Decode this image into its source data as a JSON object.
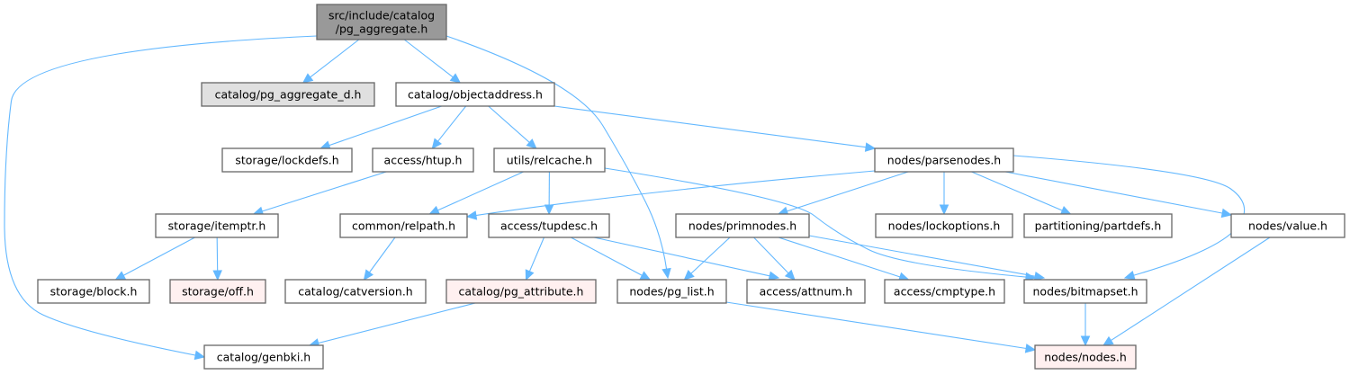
{
  "diagram": {
    "title": "Include dependency graph for src/include/catalog/pg_aggregate.h",
    "colors": {
      "edge": "#63b8ff",
      "root_fill": "#999999",
      "gray_fill": "#e0e0e0",
      "normal_fill": "#ffffff",
      "missing_fill": "#fff0f0",
      "missing_border": "#ff0000",
      "border": "#666666"
    },
    "nodes": [
      {
        "id": "root",
        "lines": [
          "src/include/catalog",
          "/pg_aggregate.h"
        ],
        "style": "root"
      },
      {
        "id": "pg_aggregate_d",
        "lines": [
          "catalog/pg_aggregate_d.h"
        ],
        "style": "gray"
      },
      {
        "id": "objectaddress",
        "lines": [
          "catalog/objectaddress.h"
        ],
        "style": "normal"
      },
      {
        "id": "lockdefs",
        "lines": [
          "storage/lockdefs.h"
        ],
        "style": "normal"
      },
      {
        "id": "htup",
        "lines": [
          "access/htup.h"
        ],
        "style": "normal"
      },
      {
        "id": "relcache",
        "lines": [
          "utils/relcache.h"
        ],
        "style": "normal"
      },
      {
        "id": "parsenodes",
        "lines": [
          "nodes/parsenodes.h"
        ],
        "style": "normal"
      },
      {
        "id": "itemptr",
        "lines": [
          "storage/itemptr.h"
        ],
        "style": "normal"
      },
      {
        "id": "relpath",
        "lines": [
          "common/relpath.h"
        ],
        "style": "normal"
      },
      {
        "id": "tupdesc",
        "lines": [
          "access/tupdesc.h"
        ],
        "style": "normal"
      },
      {
        "id": "primnodes",
        "lines": [
          "nodes/primnodes.h"
        ],
        "style": "normal"
      },
      {
        "id": "lockoptions",
        "lines": [
          "nodes/lockoptions.h"
        ],
        "style": "normal"
      },
      {
        "id": "partdefs",
        "lines": [
          "partitioning/partdefs.h"
        ],
        "style": "normal"
      },
      {
        "id": "value",
        "lines": [
          "nodes/value.h"
        ],
        "style": "normal"
      },
      {
        "id": "block",
        "lines": [
          "storage/block.h"
        ],
        "style": "normal"
      },
      {
        "id": "off",
        "lines": [
          "storage/off.h"
        ],
        "style": "missing"
      },
      {
        "id": "catversion",
        "lines": [
          "catalog/catversion.h"
        ],
        "style": "normal"
      },
      {
        "id": "pg_attribute",
        "lines": [
          "catalog/pg_attribute.h"
        ],
        "style": "missing"
      },
      {
        "id": "pg_list",
        "lines": [
          "nodes/pg_list.h"
        ],
        "style": "normal"
      },
      {
        "id": "attnum",
        "lines": [
          "access/attnum.h"
        ],
        "style": "normal"
      },
      {
        "id": "cmptype",
        "lines": [
          "access/cmptype.h"
        ],
        "style": "normal"
      },
      {
        "id": "bitmapset",
        "lines": [
          "nodes/bitmapset.h"
        ],
        "style": "normal"
      },
      {
        "id": "genbki",
        "lines": [
          "catalog/genbki.h"
        ],
        "style": "normal"
      },
      {
        "id": "nodes",
        "lines": [
          "nodes/nodes.h"
        ],
        "style": "missing"
      }
    ],
    "edges": [
      [
        "root",
        "pg_aggregate_d"
      ],
      [
        "root",
        "objectaddress"
      ],
      [
        "root",
        "pg_list"
      ],
      [
        "root",
        "genbki"
      ],
      [
        "objectaddress",
        "lockdefs"
      ],
      [
        "objectaddress",
        "htup"
      ],
      [
        "objectaddress",
        "relcache"
      ],
      [
        "objectaddress",
        "parsenodes"
      ],
      [
        "htup",
        "itemptr"
      ],
      [
        "relcache",
        "relpath"
      ],
      [
        "relcache",
        "tupdesc"
      ],
      [
        "relcache",
        "bitmapset"
      ],
      [
        "parsenodes",
        "relpath"
      ],
      [
        "parsenodes",
        "primnodes"
      ],
      [
        "parsenodes",
        "lockoptions"
      ],
      [
        "parsenodes",
        "partdefs"
      ],
      [
        "parsenodes",
        "value"
      ],
      [
        "parsenodes",
        "bitmapset"
      ],
      [
        "itemptr",
        "block"
      ],
      [
        "itemptr",
        "off"
      ],
      [
        "relpath",
        "catversion"
      ],
      [
        "tupdesc",
        "pg_attribute"
      ],
      [
        "tupdesc",
        "pg_list"
      ],
      [
        "tupdesc",
        "attnum"
      ],
      [
        "primnodes",
        "pg_list"
      ],
      [
        "primnodes",
        "attnum"
      ],
      [
        "primnodes",
        "cmptype"
      ],
      [
        "primnodes",
        "bitmapset"
      ],
      [
        "pg_attribute",
        "genbki"
      ],
      [
        "pg_list",
        "nodes"
      ],
      [
        "bitmapset",
        "nodes"
      ],
      [
        "value",
        "nodes"
      ]
    ]
  }
}
